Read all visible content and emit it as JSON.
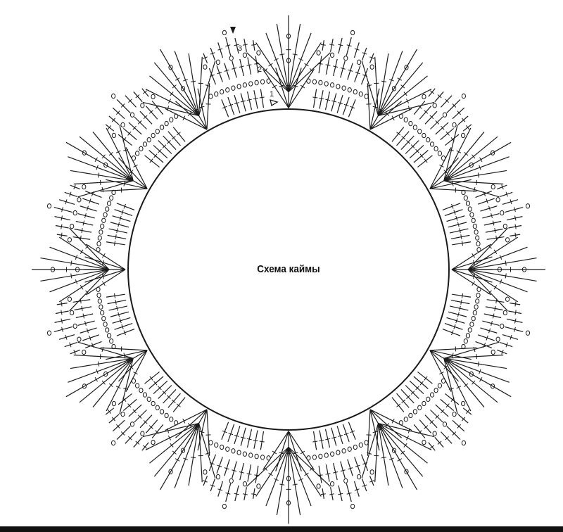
{
  "diagram": {
    "title": "Схема каймы",
    "row_labels": [
      "1",
      "2",
      "3"
    ],
    "scallop_count": 12,
    "ink_color": "#1a1a1a"
  }
}
